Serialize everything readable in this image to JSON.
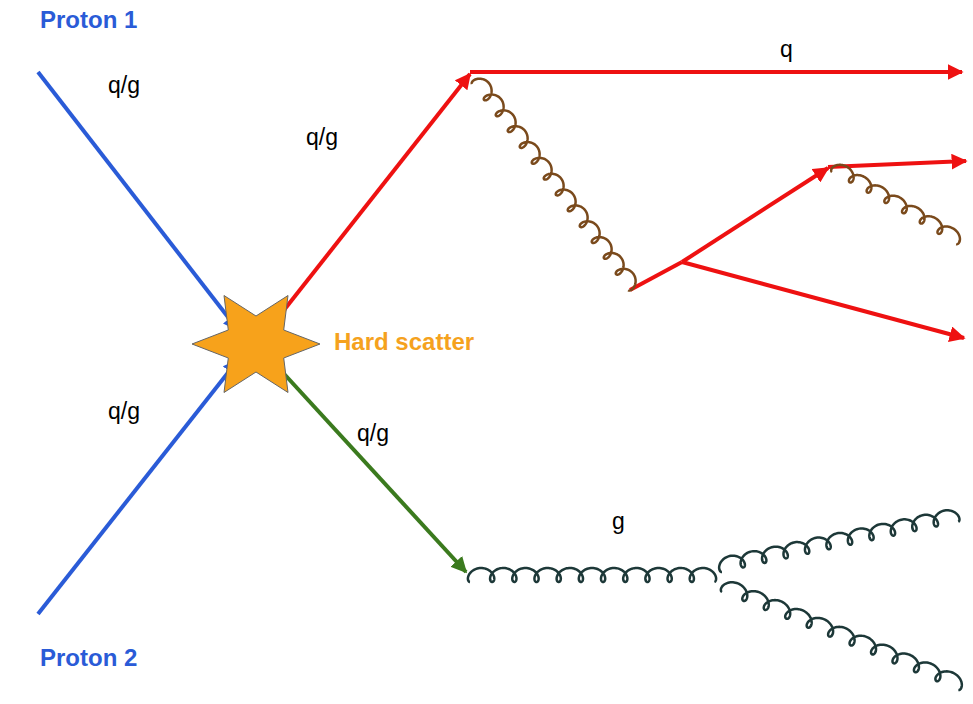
{
  "diagram": {
    "labels": [
      "Proton 1",
      "q/g",
      "q/g",
      "q",
      "Hard scatter",
      "q/g",
      "q/g",
      "g",
      "Proton 2"
    ]
  }
}
